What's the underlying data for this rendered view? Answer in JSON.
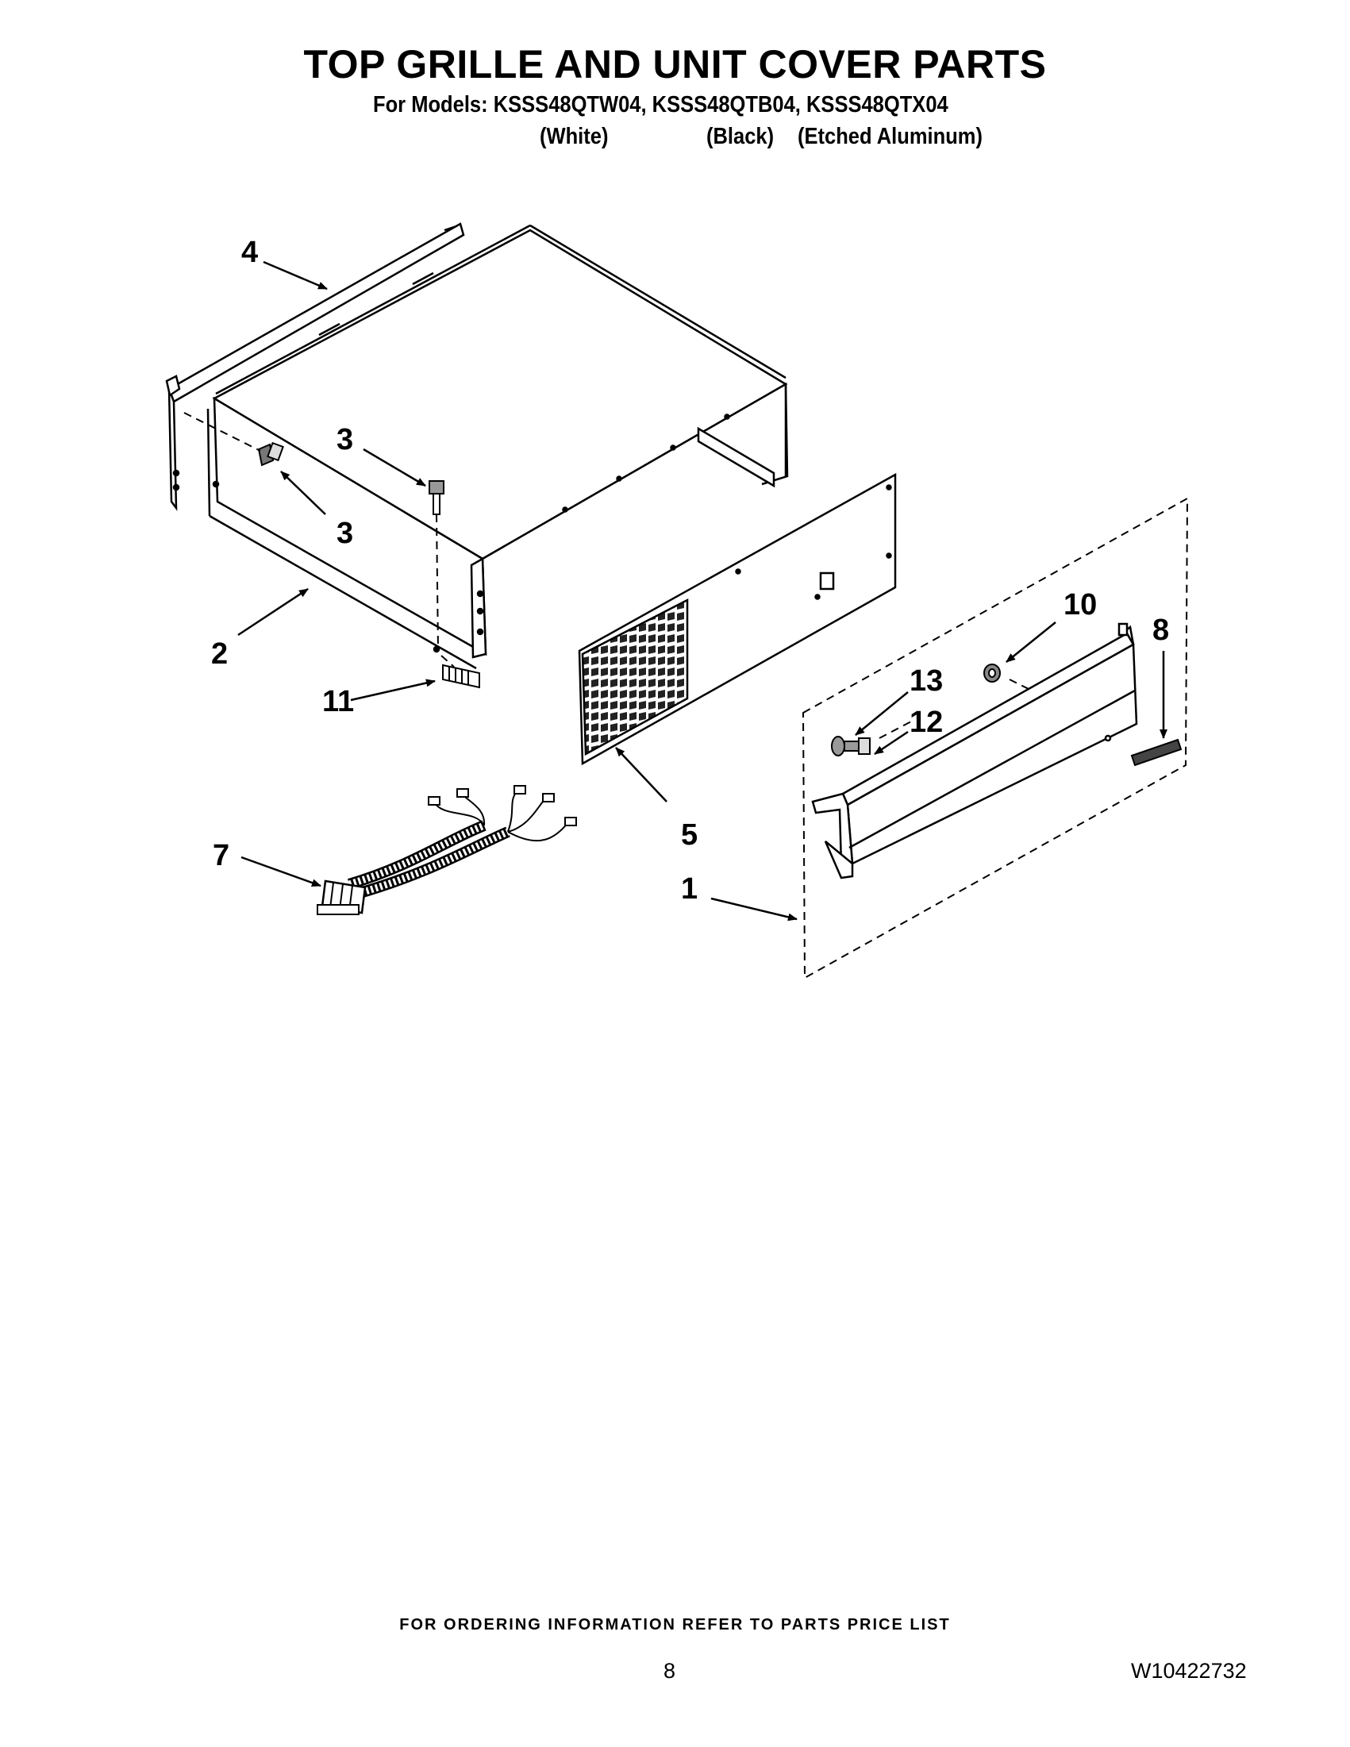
{
  "header": {
    "title": "TOP GRILLE AND UNIT COVER PARTS",
    "models_line": "For Models: KSSS48QTW04, KSSS48QTB04, KSSS48QTX04",
    "variants": [
      "(White)",
      "(Black)",
      "(Etched Aluminum)"
    ]
  },
  "callouts": [
    "4",
    "3",
    "3",
    "2",
    "11",
    "7",
    "5",
    "1",
    "10",
    "8",
    "13",
    "12"
  ],
  "footer": {
    "ordering_note": "FOR ORDERING INFORMATION REFER TO PARTS PRICE LIST",
    "page_number": "8",
    "document_id": "W10422732"
  }
}
